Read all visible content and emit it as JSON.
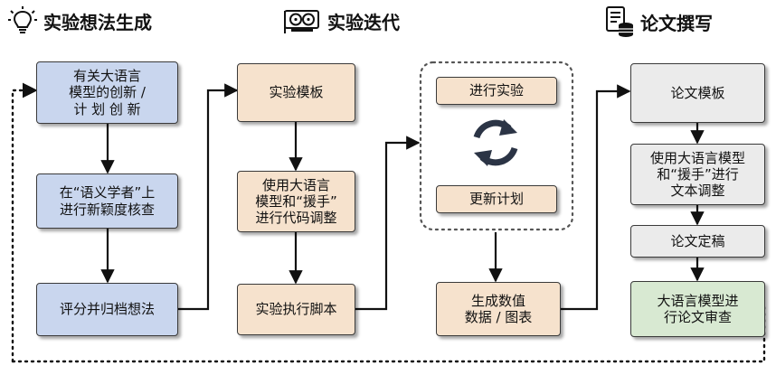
{
  "headers": {
    "ideas": "实验想法生成",
    "experiments": "实验迭代",
    "writing": "论文撰写"
  },
  "icons": {
    "ideas": "lightbulb-icon",
    "experiments": "graphics-card-icon",
    "writing": "document-database-icon",
    "cycle": "cycle-arrows-icon"
  },
  "colors": {
    "ideas": "#c9d6ee",
    "experiments": "#f6e2cd",
    "writing": "#ebebeb",
    "review": "#d8e9d2"
  },
  "nodes": {
    "idea_gen": "有关大语言\n模型的创新 /\n计 划 创 新",
    "novelty_check": "在“语义学者”上\n进行新颖度核查",
    "score_archive": "评分并归档想法",
    "exp_template": "实验模板",
    "code_adjust": "使用大语言\n模型和“援手”\n进行代码调整",
    "run_script": "实验执行脚本",
    "run_exp": "进行实验",
    "update_plan": "更新计划",
    "numeric_data": "生成数值\n数据 / 图表",
    "paper_template": "论文模板",
    "text_adjust": "使用大语言模型\n和“援手”进行\n文本调整",
    "paper_final": "论文定稿",
    "paper_review": "大语言模型进\n行论文审查"
  }
}
